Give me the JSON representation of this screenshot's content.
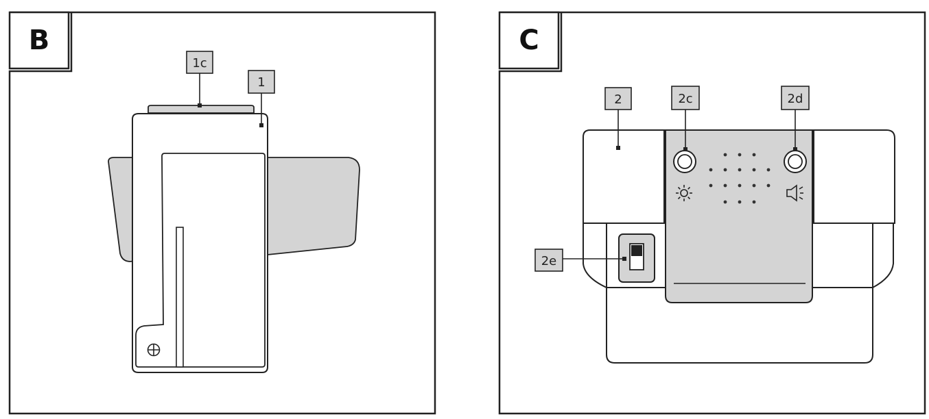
{
  "panels": {
    "b": {
      "letter": "B",
      "callouts": {
        "c1c": "1c",
        "c1": "1"
      }
    },
    "c": {
      "letter": "C",
      "callouts": {
        "c2": "2",
        "c2c": "2c",
        "c2d": "2d",
        "c2e": "2e"
      }
    }
  },
  "icons": {
    "screw": "screw-icon",
    "light": "sun-brightness-icon",
    "sound": "speaker-volume-icon"
  },
  "colors": {
    "stroke": "#222222",
    "fill_gray": "#d4d4d4",
    "background": "#ffffff"
  }
}
